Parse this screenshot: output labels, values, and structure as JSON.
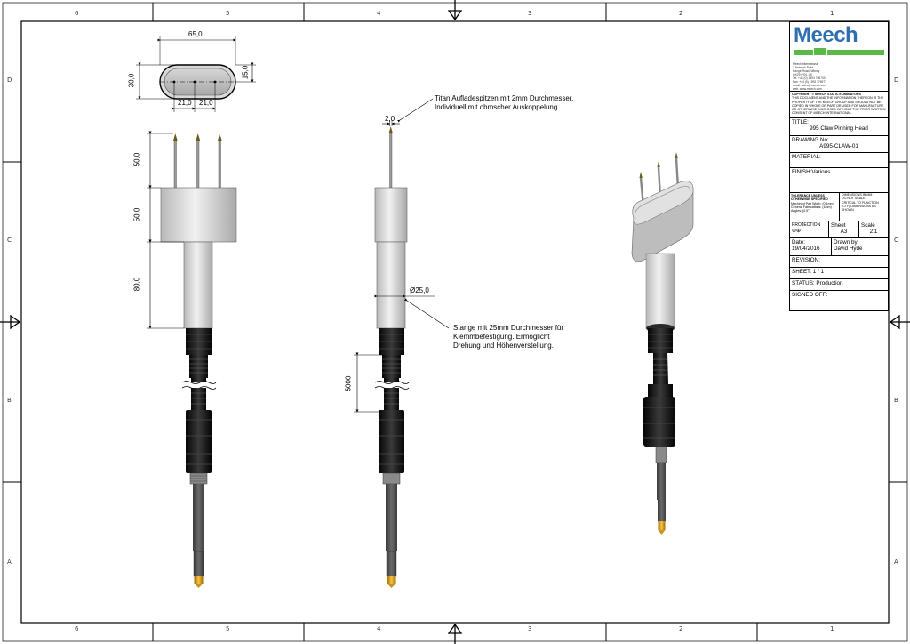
{
  "zones": {
    "top": [
      "6",
      "5",
      "4",
      "3",
      "2",
      "1"
    ],
    "bottom": [
      "6",
      "5",
      "4",
      "3",
      "2",
      "1"
    ],
    "left": [
      "D",
      "C",
      "B",
      "A"
    ],
    "right": [
      "D",
      "C",
      "B",
      "A"
    ]
  },
  "top_view_dims": {
    "overall_width": "65,0",
    "height": "30,0",
    "half_height": "15,0",
    "pitch_left": "21,0",
    "pitch_right": "21,0"
  },
  "front_view_dims": {
    "tip_length": "50,0",
    "head_height": "50,0",
    "rod_length": "80,0"
  },
  "side_view_dims": {
    "tip_diameter": "2,0",
    "rod_diameter": "Ø25,0",
    "cable_length": "5000"
  },
  "notes": {
    "tips_line1": "Titan Aufladespitzen mit 2mm Durchmesser.",
    "tips_line2": "Individuell mit ohmscher Auskoppelung.",
    "rod_line1": "Stange mit 25mm Durchmesser für",
    "rod_line2": "Klemmbefestigung. Ermöglicht",
    "rod_line3": "Drehung und Höhenverstellung."
  },
  "title_block": {
    "logo_text": "Meech",
    "address_lines": [
      "Meech International",
      "2 Network Point",
      "Range Road, Witney",
      "OX29 0YN, UK",
      "Tel: +44 (0) 1993 706700",
      "Fax: +44 (0) 1993 776977",
      "email: sales@meech.com",
      "web: www.meech.com"
    ],
    "copyright_title": "COPYRIGHT © MEECH STATIC ELIMINATORS",
    "copyright_text": "THIS DOCUMENT AND THE INFORMATION THEREON IS THE PROPERTY OF THE MEECH GROUP AND SHOULD NOT BE COPIED IN WHOLE OR PART OR USED FOR MANUFACTURE OR OTHERWISE DISCLOSED WITHOUT THE PRIOR WRITTEN CONSENT OF MEECH INTERNATIONAL",
    "title_label": "TITLE:",
    "title_value": "995 Claw Pinning Head",
    "drawing_no_label": "DRAWING No:",
    "drawing_no_value": "A995-CLAW-01",
    "material_label": "MATERIAL:",
    "material_value": "",
    "finish_label": "FINISH:",
    "finish_value": "Various",
    "tolerance_title": "TOLERANCE UNLESS OTHERWISE SPECIFIED",
    "tolerance_lines": [
      "Machined Part Width: (0.1mm)",
      "General Fabrications: (1mm)",
      "Angles: (0.5°)"
    ],
    "dimensions_lines": [
      "DIMENSIONS IN MM",
      "DO NOT SCALE",
      "CRITICAL TO FUNCTION",
      "(CTF) DIMENSIONS AS",
      "SHOWN"
    ],
    "projection_label": "PROJECTION",
    "projection_symbol": "⊖⊕",
    "sheet_label": "Sheet",
    "sheet_value": "A3",
    "scale_label": "Scale",
    "scale_value": "2:1",
    "date_label": "Date:",
    "date_value": "19/04/2016",
    "drawn_by_label": "Drawn by:",
    "drawn_by_value": "David Hyde",
    "revision_label": "REVISION:",
    "sheet_count_label": "SHEET:",
    "sheet_count_value": "1 / 1",
    "status_label": "STATUS:",
    "status_value": "Production",
    "signed_off_label": "SIGNED OFF:"
  }
}
